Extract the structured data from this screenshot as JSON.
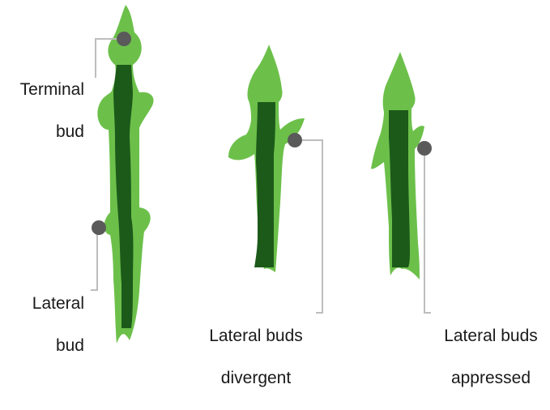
{
  "labels": {
    "terminal_bud": [
      "Terminal",
      "bud"
    ],
    "lateral_bud": [
      "Lateral",
      "bud"
    ],
    "lateral_buds_divergent": [
      "Lateral buds",
      "divergent"
    ],
    "lateral_buds_appressed": [
      "Lateral buds",
      "appressed"
    ]
  },
  "colors": {
    "bark": "#6cc04a",
    "pith": "#1c5a1a",
    "marker": "#5a5a5a",
    "leader_line": "#bdbdbd",
    "text": "#1a1a1a"
  }
}
